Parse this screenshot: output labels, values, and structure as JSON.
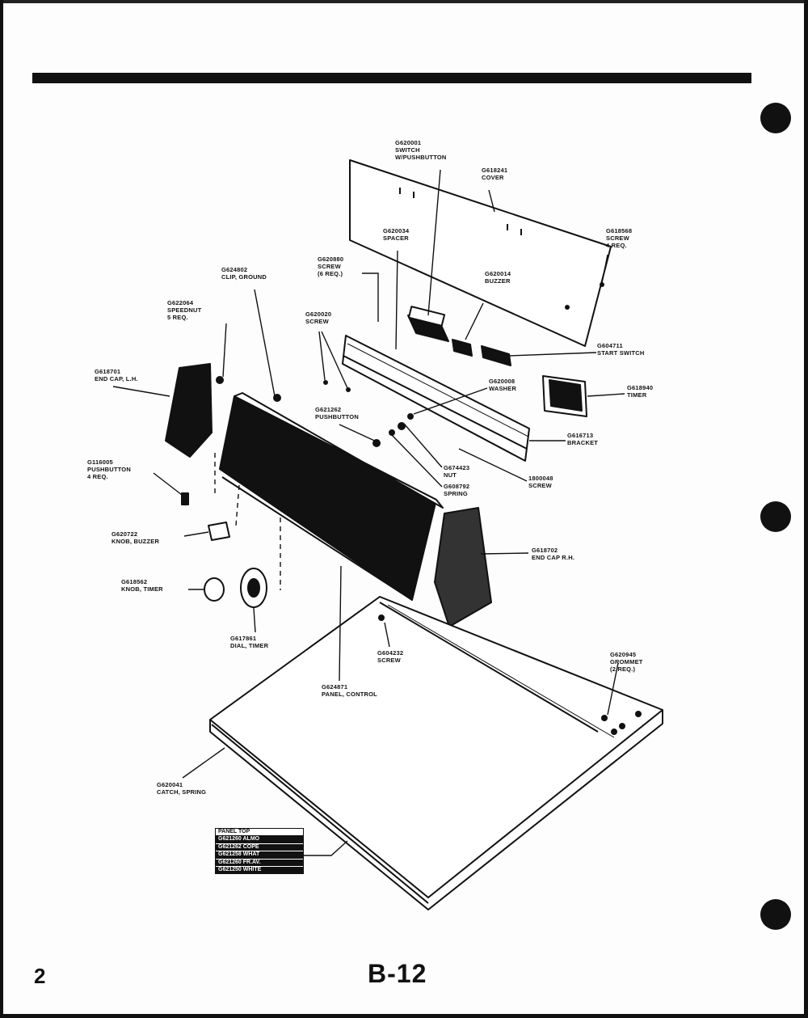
{
  "parts": {
    "switch": "G620001\nSWITCH\nW/PUSHBUTTON",
    "cover": "G618241\nCOVER",
    "screw_4": "G618568\nSCREW\n4 REQ.",
    "spacer": "G620034\nSPACER",
    "clip": "G624802\nCLIP, GROUND",
    "screw_6": "G620880\nSCREW\n(6 REQ.)",
    "buzzer": "G620014\nBUZZER",
    "speednut": "G622064\nSPEEDNUT\n5 REQ.",
    "screw_b": "G620020\nSCREW",
    "start_switch": "G604711\nSTART SWITCH",
    "endcap_lh": "G618701\nEND CAP, L.H.",
    "washer": "G620008\nWASHER",
    "timer": "G618940\nTIMER",
    "pushbutton": "G621262\nPUSHBUTTON",
    "bracket": "G616713\nBRACKET",
    "pushbutton_4": "G116005\nPUSHBUTTON\n4 REQ.",
    "nut": "G674423\nNUT",
    "spring": "G608792\nSPRING",
    "screw_c": "1800048\nSCREW",
    "knob_buzzer": "G620722\nKNOB, BUZZER",
    "endcap_rh": "G618702\nEND CAP R.H.",
    "knob_timer": "G618562\nKNOB, TIMER",
    "dial": "G617861\nDIAL, TIMER",
    "screw_d": "G604232\nSCREW",
    "grommet": "G620945\nGROMMET\n(2 REQ.)",
    "panel_control": "G624871\nPANEL, CONTROL",
    "catch": "G620041\nCATCH, SPRING"
  },
  "table": {
    "header": "PANEL TOP",
    "rows": [
      "G621260 ALMO",
      "G621262 COPE",
      "G621258 WHAT",
      "G621260 FR.AV.",
      "G621250 WHITE"
    ]
  },
  "page_number": "2",
  "page_code": "B-12"
}
